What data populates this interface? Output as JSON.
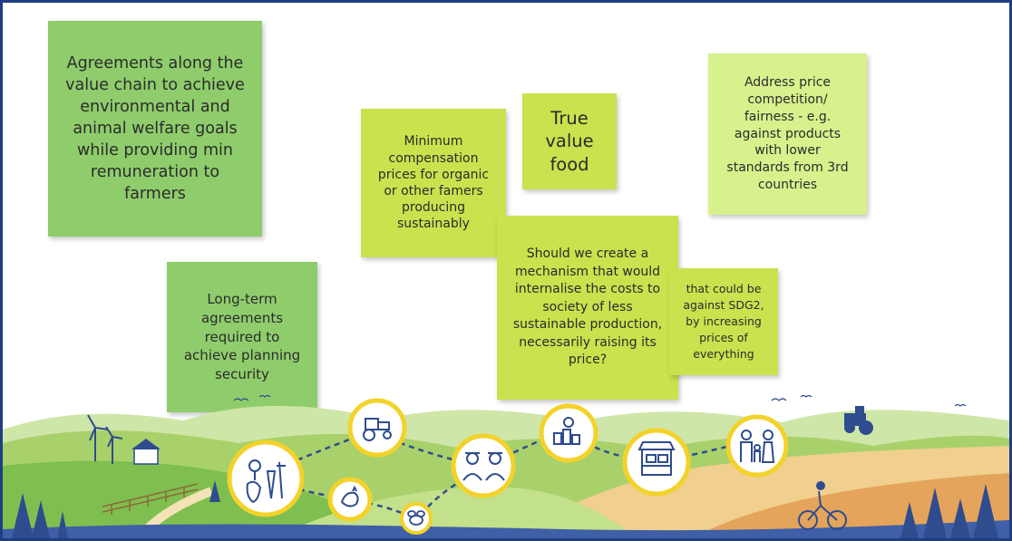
{
  "notes": [
    {
      "id": "agreements-note",
      "color": "#8fcd6c",
      "text": "Agreements along the value chain to achieve environmental and animal welfare goals while providing min remuneration to farmers"
    },
    {
      "id": "long-term-note",
      "color": "#8fcd6c",
      "text": "Long-term agreements required to achieve planning security"
    },
    {
      "id": "minimum-compensation-note",
      "color": "#c9e24e",
      "text": "Minimum compensation prices for organic or other famers producing sustainably"
    },
    {
      "id": "true-value-note",
      "color": "#c9e24e",
      "text": "True value food"
    },
    {
      "id": "price-competition-note",
      "color": "#d7f18d",
      "text": "Address price competition/ fairness - e.g. against products with lower standards from 3rd countries"
    },
    {
      "id": "mechanism-note",
      "color": "#c9e24e",
      "text": "Should we create a mechanism that would internalise the costs to society of less sustainable production, necessarily raising its price?"
    },
    {
      "id": "sdg2-note",
      "color": "#c9e24e",
      "text": "that could be against SDG2, by increasing prices of everything"
    }
  ],
  "lines": {
    "n1": [
      "Agreements along the",
      "value chain to achieve",
      "environmental and",
      "animal welfare goals",
      "while providing min",
      "remuneration to",
      "farmers"
    ],
    "n2": [
      "Long-term",
      "agreements",
      "required to",
      "achieve planning",
      "security"
    ],
    "n3": [
      "Minimum",
      "compensation",
      "prices for organic",
      "or other famers",
      "producing",
      "sustainably"
    ],
    "n4": [
      "True",
      "value",
      "food"
    ],
    "n5": [
      "Address price",
      "competition/",
      "fairness - e.g.",
      "against products",
      "with lower",
      "standards from 3rd",
      "countries"
    ],
    "n6": [
      "Should we create a",
      "mechanism that would",
      "internalise the costs to",
      "society of less",
      "sustainable production,",
      "necessarily raising its",
      "price?"
    ],
    "n7": [
      "that could be",
      "against SDG2,",
      "by increasing",
      "prices of",
      "everything"
    ]
  },
  "scene": {
    "icons": [
      "vegetables-icon",
      "tractor-icon",
      "chicken-icon",
      "bee-icon",
      "farmers-icon",
      "food-products-icon",
      "market-shop-icon",
      "family-icon"
    ],
    "colors": {
      "border": "#1f3f84",
      "path": "#2e4c8e",
      "circle": "#f3d22a",
      "sky": "#ffffff",
      "hill": "#9ac85a",
      "field": "#e4a45b",
      "tree": "#2e4c8e"
    }
  }
}
